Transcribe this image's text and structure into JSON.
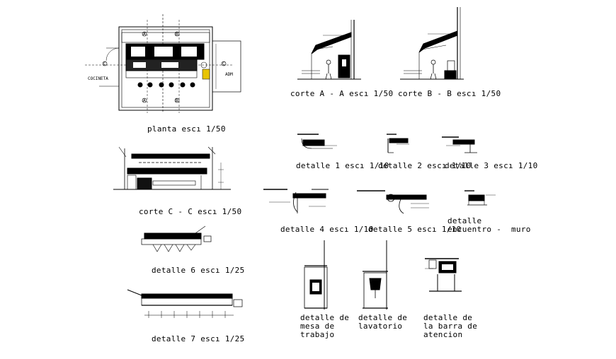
{
  "labels": {
    "plan": "planta escı 1/50",
    "section_aa": "corte A - A  escı 1/50",
    "section_bb": "corte B - B  escı 1/50",
    "section_cc": "corte C - C  escı 1/50",
    "detail_1": "detalle 1 escı 1/10",
    "detail_2": "detalle 2 escı 1/10",
    "detail_3": "detalle 3 escı 1/10",
    "detail_4": "detalle 4 escı 1/10",
    "detail_5": "detalle 5 escı 1/10",
    "detail_wall": "detalle\nencuentro -  muro",
    "detail_6": "detalle 6 escı 1/25",
    "detail_7": "detalle 7 escı 1/25",
    "detail_worktable": "detalle de\nmesa de\ntrabajo",
    "detail_sink": "detalle de\nlavatorio",
    "detail_counter": "detalle de\nla barra de\natencion"
  },
  "plan_tags": {
    "kitchenette": "COCINETA",
    "cut_a": "A",
    "cut_b": "B",
    "cut_c": "C",
    "adm": "ADM"
  },
  "colors": {
    "line": "#000000",
    "background": "#ffffff",
    "accent": "#e8c400"
  }
}
